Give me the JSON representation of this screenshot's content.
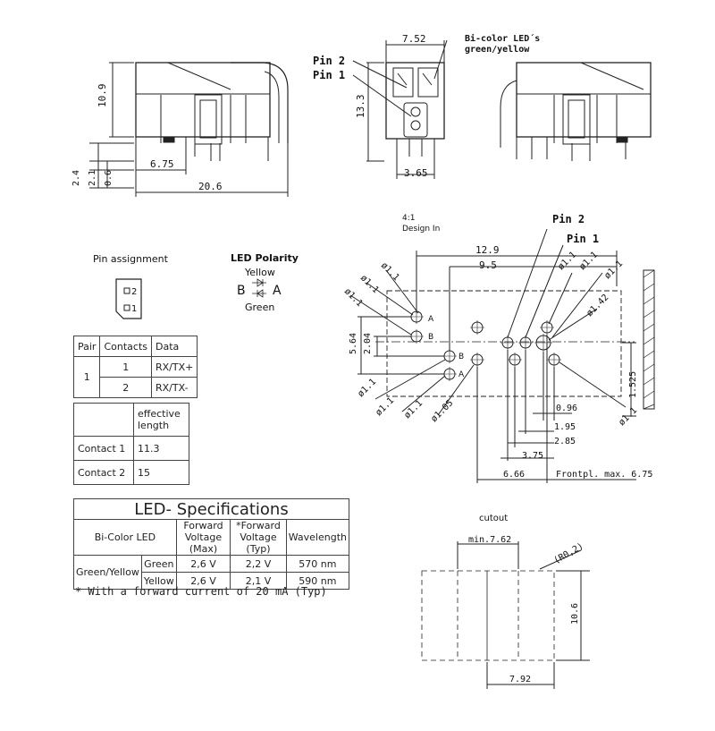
{
  "views": {
    "side": {
      "dim_height": "10.9",
      "dim_h1": "2.4",
      "dim_h2": "2.1",
      "dim_h3": "0.6",
      "dim_pin": "6.75",
      "dim_length": "20.6"
    },
    "front": {
      "dim_width": "7.52",
      "dim_height": "13.3",
      "dim_pitch": "3.65",
      "led_note_line1": "Bi-color LED´s",
      "led_note_line2": "green/yellow",
      "pin2": "Pin 2",
      "pin1": "Pin 1"
    }
  },
  "footprint": {
    "scale": "4:1",
    "design": "Design In",
    "pin2": "Pin 2",
    "pin1": "Pin 1",
    "dims": {
      "d1": "12.9",
      "d2": "9.5",
      "d3": "5.64",
      "d4": "2.04",
      "d5": "1.525",
      "d6": "0.96",
      "d7": "1.95",
      "d8": "2.85",
      "d9": "3.75",
      "d10": "6.66",
      "frontplate": "Frontpl. max. 6.75"
    },
    "holes": {
      "h11": "ø1.1",
      "h142": "ø1.42",
      "h105": "ø1.05"
    },
    "letters": {
      "a": "A",
      "b": "B"
    }
  },
  "pin_assignment": {
    "title": "Pin assignment",
    "p2": "2",
    "p1": "1"
  },
  "led_polarity": {
    "title": "LED Polarity",
    "yellow": "Yellow",
    "green": "Green",
    "b": "B",
    "a": "A"
  },
  "pin_table": {
    "headers": [
      "Pair",
      "Contacts",
      "Data"
    ],
    "pair": "1",
    "rows": [
      {
        "contact": "1",
        "data": "RX/TX+"
      },
      {
        "contact": "2",
        "data": "RX/TX-"
      }
    ]
  },
  "length_table": {
    "header_line1": "effective",
    "header_line2": "length",
    "rows": [
      {
        "name": "Contact 1",
        "value": "11.3"
      },
      {
        "name": "Contact 2",
        "value": "15"
      }
    ]
  },
  "led_spec": {
    "title": "LED- Specifications",
    "col_type": "Bi-Color LED",
    "col_vmax": [
      "Forward",
      "Voltage (Max)"
    ],
    "col_vtyp": [
      "*Forward",
      "Voltage (Typ)"
    ],
    "col_wave": "Wavelength",
    "group": "Green/Yellow",
    "rows": [
      {
        "color": "Green",
        "vmax": "2,6 V",
        "vtyp": "2,2 V",
        "wave": "570 nm"
      },
      {
        "color": "Yellow",
        "vmax": "2,6 V",
        "vtyp": "2,1 V",
        "wave": "590 nm"
      }
    ],
    "note": "* With a forward current of 20 mA (Typ)"
  },
  "cutout": {
    "title": "cutout",
    "min_width": "min.7.62",
    "radius": "(R0,2)",
    "height": "10.6",
    "width": "7.92"
  }
}
